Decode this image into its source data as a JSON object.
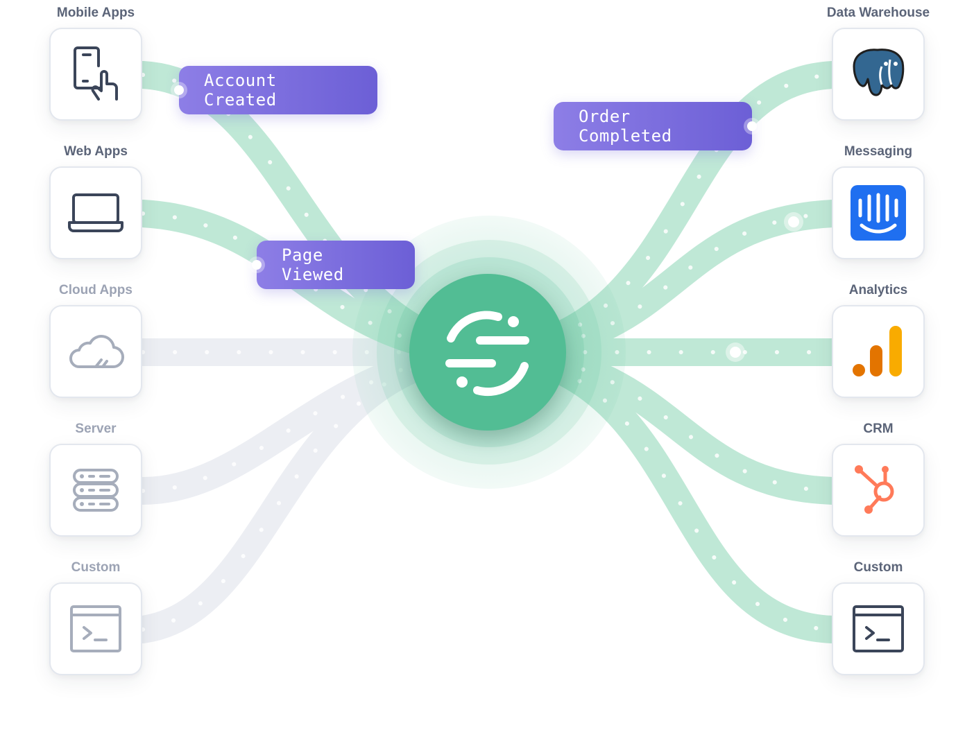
{
  "sources": [
    {
      "label": "Mobile Apps",
      "icon": "mobile-tap-icon",
      "state": "active"
    },
    {
      "label": "Web Apps",
      "icon": "laptop-icon",
      "state": "active"
    },
    {
      "label": "Cloud Apps",
      "icon": "cloud-icon",
      "state": "inactive"
    },
    {
      "label": "Server",
      "icon": "server-icon",
      "state": "inactive"
    },
    {
      "label": "Custom",
      "icon": "terminal-icon",
      "state": "inactive"
    }
  ],
  "destinations": [
    {
      "label": "Data Warehouse",
      "icon": "postgresql-icon"
    },
    {
      "label": "Messaging",
      "icon": "intercom-icon"
    },
    {
      "label": "Analytics",
      "icon": "google-analytics-icon"
    },
    {
      "label": "CRM",
      "icon": "hubspot-icon"
    },
    {
      "label": "Custom",
      "icon": "terminal-icon"
    }
  ],
  "events": [
    {
      "label": "Account Created"
    },
    {
      "label": "Page Viewed"
    },
    {
      "label": "Order Completed"
    }
  ],
  "hub": {
    "icon": "segment-logo-icon"
  },
  "colors": {
    "flow_active": "#bfe8d6",
    "flow_inactive": "#eceef3",
    "hub": "#52bd94",
    "event_start": "#8d7ee6",
    "event_end": "#6c5fd6",
    "icon_dark": "#3b4559",
    "icon_muted": "#a6adbb"
  }
}
